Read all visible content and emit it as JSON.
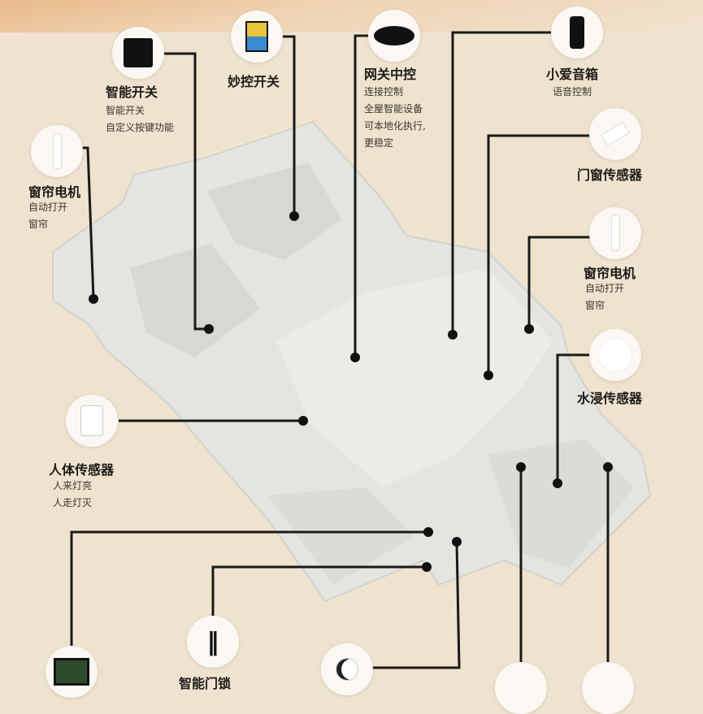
{
  "colors": {
    "background": "#efe3cf",
    "line": "#1a1a1a",
    "plan": "#e4e4e0"
  },
  "devices": {
    "smart_switch": {
      "title": "智能开关",
      "desc": [
        "智能开关",
        "自定义按键功能"
      ],
      "icon": "wall-switch-icon"
    },
    "touch_switch": {
      "title": "妙控开关",
      "icon": "touch-panel-icon"
    },
    "gateway": {
      "title": "网关中控",
      "desc": [
        "连接控制",
        "全屋智能设备",
        "可本地化执行,",
        "更稳定"
      ],
      "icon": "gateway-hub-icon"
    },
    "speaker": {
      "title": "小爱音箱",
      "desc": [
        "语音控制"
      ],
      "icon": "smart-speaker-icon"
    },
    "door_sensor": {
      "title": "门窗传感器",
      "icon": "door-window-sensor-icon"
    },
    "curtain_right": {
      "title": "窗帘电机",
      "desc": [
        "自动打开",
        "窗帘"
      ],
      "icon": "curtain-motor-icon"
    },
    "water_sensor": {
      "title": "水浸传感器",
      "icon": "water-leak-sensor-icon"
    },
    "curtain_left": {
      "title": "窗帘电机",
      "desc": [
        "自动打开",
        "窗帘"
      ],
      "icon": "curtain-motor-icon"
    },
    "motion_sensor": {
      "title": "人体传感器",
      "desc": [
        "人来灯亮",
        "人走灯灭"
      ],
      "icon": "motion-sensor-icon"
    },
    "door_lock": {
      "title": "智能门锁",
      "icon": "door-lock-icon"
    },
    "screen": {
      "icon": "display-panel-icon"
    },
    "camera": {
      "icon": "camera-icon"
    }
  }
}
